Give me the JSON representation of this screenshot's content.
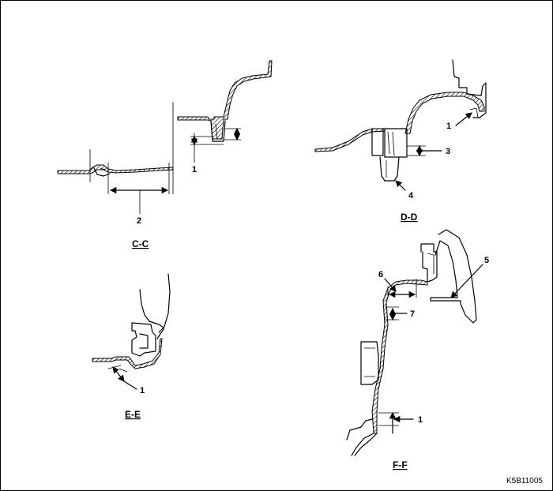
{
  "sections": {
    "cc": "C-C",
    "dd": "D-D",
    "ee": "E-E",
    "ff": "F-F"
  },
  "callouts": {
    "cc_1": "1",
    "cc_2": "2",
    "dd_1": "1",
    "dd_3": "3",
    "dd_4": "4",
    "ee_1": "1",
    "ff_5": "5",
    "ff_6": "6",
    "ff_7": "7",
    "ff_1": "1"
  },
  "figure_code": "K5B11005"
}
